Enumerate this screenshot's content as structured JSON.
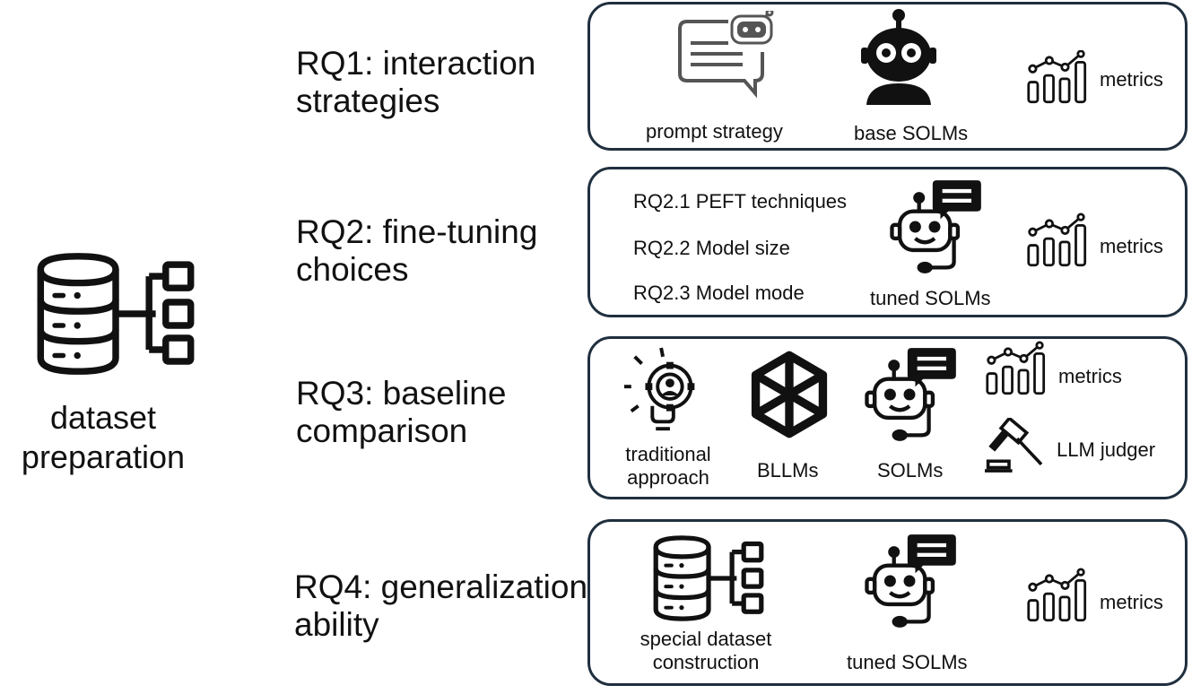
{
  "left": {
    "dataset_line1": "dataset",
    "dataset_line2": "preparation"
  },
  "rq1": {
    "line1": "RQ1: interaction",
    "line2": "strategies",
    "prompt_strategy": "prompt strategy",
    "base_solms": "base SOLMs",
    "metrics": "metrics"
  },
  "rq2": {
    "line1": "RQ2: fine-tuning",
    "line2": "choices",
    "item1": "RQ2.1 PEFT techniques",
    "item2": "RQ2.2 Model size",
    "item3": "RQ2.3 Model mode",
    "tuned_solms": "tuned SOLMs",
    "metrics": "metrics"
  },
  "rq3": {
    "line1": "RQ3: baseline",
    "line2": "comparison",
    "traditional1": "traditional",
    "traditional2": "approach",
    "bllms": "BLLMs",
    "solms": "SOLMs",
    "metrics": "metrics",
    "llm_judger": "LLM judger"
  },
  "rq4": {
    "line1": "RQ4: generalization",
    "line2": "ability",
    "special1": "special dataset",
    "special2": "construction",
    "tuned_solms": "tuned SOLMs",
    "metrics": "metrics"
  },
  "colors": {
    "box_border": "#1f2f3e",
    "ink": "#111111"
  }
}
